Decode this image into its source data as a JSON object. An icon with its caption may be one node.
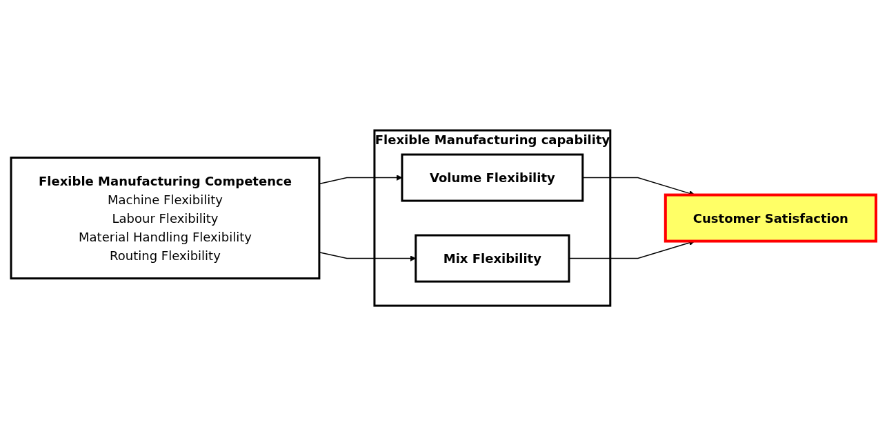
{
  "diagram": {
    "nodes": [
      {
        "text": [
          "Flexible Manufacturing Competence",
          "Machine Flexibility",
          "Labour Flexibility",
          "Material Handling Flexibility",
          "Routing Flexibility"
        ]
      },
      {
        "text": [
          "Flexible Manufacturing capability"
        ]
      },
      {
        "text": [
          "Volume Flexibility"
        ],
        "in": 1
      },
      {
        "text": [
          "Mix Flexibility"
        ],
        "in": 1
      },
      {
        "text": [
          "Customer Satisfaction"
        ]
      }
    ],
    "edges": [
      {
        "from": 0,
        "to": 2,
        "arrow": "to"
      },
      {
        "from": 0,
        "to": 3,
        "arrow": "to"
      },
      {
        "from": 2,
        "to": 4,
        "arrow": "to"
      },
      {
        "from": 3,
        "to": 4,
        "arrow": "to"
      }
    ]
  }
}
